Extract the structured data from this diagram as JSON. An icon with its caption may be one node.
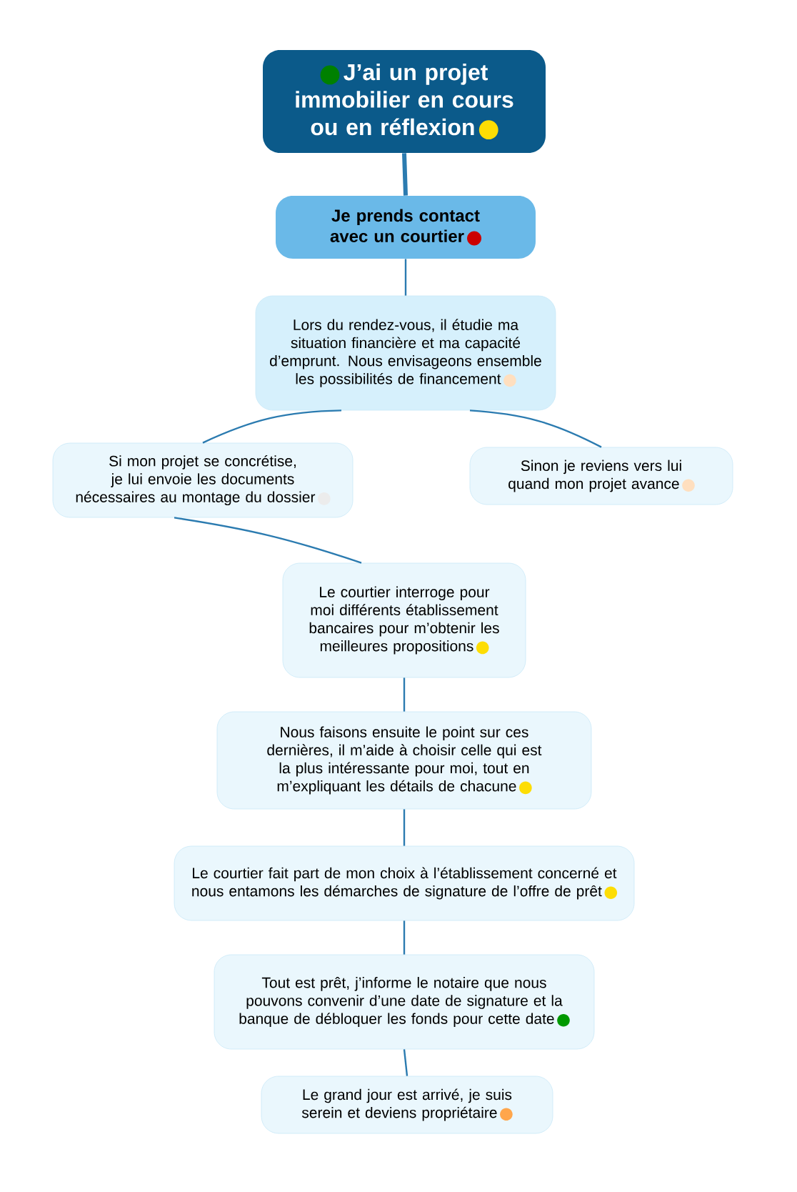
{
  "diagram": {
    "nodes": [
      {
        "text": [
          "J’ai un projet immobilier en cours ou en réflexion"
        ]
      },
      {
        "text": [
          "Je prends contact avec un courtier"
        ]
      },
      {
        "text": [
          "Lors du rendez-vous, il étudie ma situation financière et ma capacité d’emprunt. Nous envisageons ensemble les possibilités de financement"
        ]
      },
      {
        "text": [
          "Si mon projet se concrétise, je lui envoie les documents nécessaires au montage du dossier"
        ]
      },
      {
        "text": [
          "Sinon je reviens vers lui quand mon projet avance"
        ]
      },
      {
        "text": [
          "Le courtier interroge pour moi différents établissement bancaires pour m’obtenir les meilleures propositions"
        ]
      },
      {
        "text": [
          "Nous faisons ensuite le point sur ces dernières, il m’aide à choisir celle qui est la plus intéressante pour moi, tout en m’expliquant les détails de chacune"
        ]
      },
      {
        "text": [
          "Le courtier fait part de mon choix à l’établissement concerné et nous entamons les démarches de signature de l’offre de prêt"
        ]
      },
      {
        "text": [
          "Tout est prêt, j’informe le notaire que nous pouvons convenir d’une date de signature et la banque de débloquer les fonds pour cette date"
        ]
      },
      {
        "text": [
          "Le grand jour est arrivé, je suis serein et deviens propriétaire"
        ]
      }
    ],
    "edges": [
      {
        "from": 0,
        "to": 1,
        "arrow": "none",
        "style": "thick"
      },
      {
        "from": 1,
        "to": 2,
        "arrow": "none"
      },
      {
        "from": 2,
        "to": 3,
        "arrow": "none"
      },
      {
        "from": 2,
        "to": 4,
        "arrow": "none"
      },
      {
        "from": 3,
        "to": 5,
        "arrow": "none"
      },
      {
        "from": 5,
        "to": 6,
        "arrow": "none"
      },
      {
        "from": 6,
        "to": 7,
        "arrow": "none"
      },
      {
        "from": 7,
        "to": 8,
        "arrow": "none"
      },
      {
        "from": 8,
        "to": 9,
        "arrow": "none"
      }
    ]
  }
}
